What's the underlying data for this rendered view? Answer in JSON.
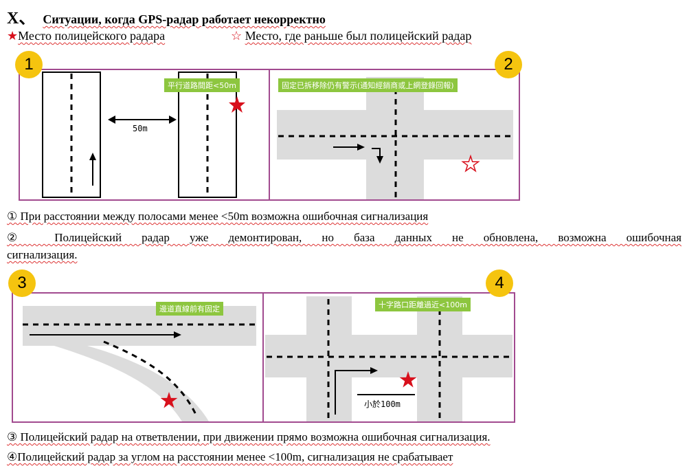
{
  "heading": {
    "roman": "X、",
    "title": "Ситуации, когда GPS-радар работает некорректно"
  },
  "legend": {
    "filled_star": "★",
    "filled_label": "Место полицейского радара",
    "outline_star": "☆",
    "outline_label": "Место, где раньше был полицейский радар"
  },
  "panels": {
    "p1": {
      "number": "1",
      "label": "平行道路間距<50m",
      "distance": "50m"
    },
    "p2": {
      "number": "2",
      "label": "固定已拆移除仍有警示(通知經銷商或上網登錄回報)"
    },
    "p3": {
      "number": "3",
      "label": "邊道直線前有固定"
    },
    "p4": {
      "number": "4",
      "label": "十字路口距離過近<100m",
      "distance": "小於100m"
    }
  },
  "captions": {
    "c1": "① При расстоянии между полосами менее <50m возможна ошибочная сигнализация",
    "c2_line1": "② Полицейский радар уже демонтирован, но база данных не обновлена, возможна ошибочная",
    "c2_line2": "сигнализация.",
    "c3": "③ Полицейский радар на ответвлении, при движении прямо возможна ошибочная сигнализация.",
    "c4": "④Полицейский радар за углом на расстоянии менее <100m, сигнализация не срабатывает"
  },
  "colors": {
    "panel_border": "#a14a8f",
    "badge": "#f5c40f",
    "label_bg": "#8dc63f",
    "road": "#dcdcdc",
    "star": "#d8101c"
  }
}
